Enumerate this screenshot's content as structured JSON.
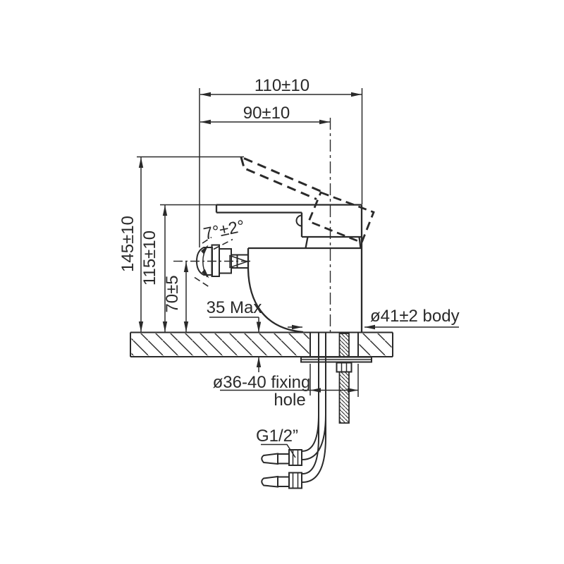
{
  "drawing": {
    "type": "technical installation drawing - single lever bidet mixer, side view",
    "background_color": "#ffffff",
    "line_color": "#2a2a2a",
    "labels": {
      "dim_width_total": "110±10",
      "dim_width_spout": "90±10",
      "dim_height_total": "145±10",
      "dim_height_body": "115±10",
      "dim_height_spout": "70±5",
      "angle_aerator": "7°±2°",
      "deck_thickness": "35 Max",
      "body_diameter": "ø41±2 body",
      "fixing_hole_1": "ø36-40 fixing",
      "fixing_hole_2": "hole",
      "hose_thread": "G1/2”"
    }
  }
}
